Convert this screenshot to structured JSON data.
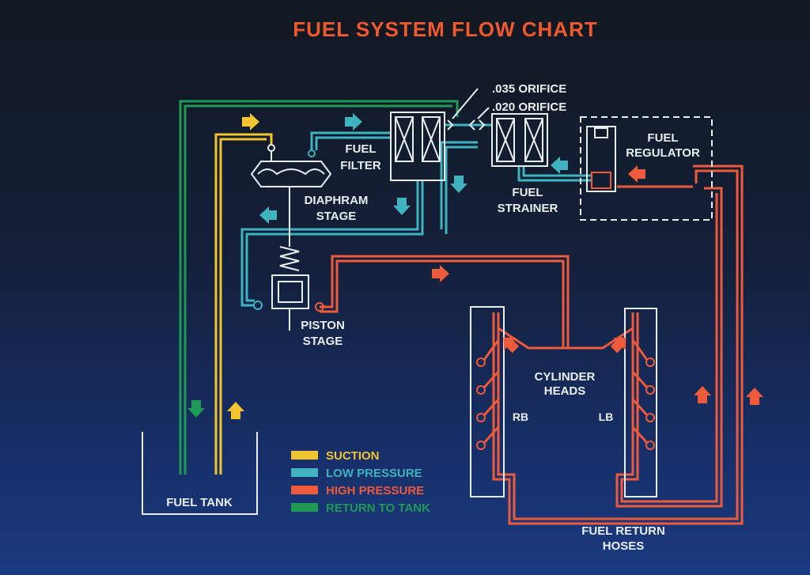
{
  "title": "FUEL SYSTEM FLOW CHART",
  "labels": {
    "orifice_035": ".035 ORIFICE",
    "orifice_020": ".020 ORIFICE",
    "fuel_filter": [
      "FUEL",
      "FILTER"
    ],
    "fuel_strainer": [
      "FUEL",
      "STRAINER"
    ],
    "fuel_regulator": [
      "FUEL",
      "REGULATOR"
    ],
    "diaphram_stage": [
      "DIAPHRAM",
      "STAGE"
    ],
    "piston_stage": [
      "PISTON",
      "STAGE"
    ],
    "cylinder_heads": [
      "CYLINDER",
      "HEADS"
    ],
    "rb": "RB",
    "lb": "LB",
    "fuel_tank": "FUEL TANK",
    "fuel_return_hoses": [
      "FUEL RETURN",
      "HOSES"
    ]
  },
  "legend": [
    {
      "label": "SUCTION",
      "color": "#f2c430"
    },
    {
      "label": "LOW PRESSURE",
      "color": "#3fb3bf"
    },
    {
      "label": "HIGH PRESSURE",
      "color": "#ee5a3c"
    },
    {
      "label": "RETURN TO TANK",
      "color": "#1f9a55"
    }
  ],
  "colors": {
    "suction": "#f2c430",
    "low_pressure": "#3fb3bf",
    "high_pressure": "#ee5a3c",
    "return_to_tank": "#1f9a55",
    "title": "#f0582e",
    "outline": "#e8eef0"
  }
}
